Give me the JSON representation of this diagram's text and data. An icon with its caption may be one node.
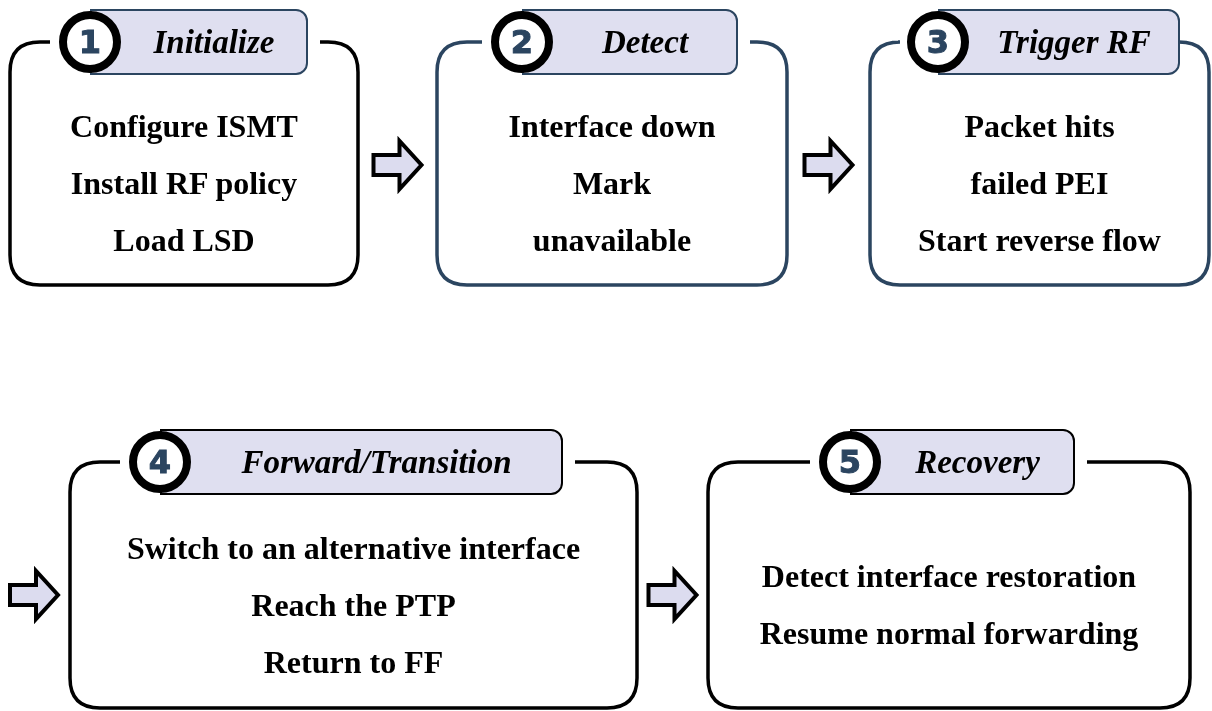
{
  "diagram": {
    "nodes": [
      {
        "text": [
          "1",
          "Initialize",
          "Configure ISMT",
          "Install RF policy",
          "Load LSD"
        ]
      },
      {
        "text": [
          "2",
          "Detect",
          "Interface down",
          "Mark",
          "unavailable"
        ]
      },
      {
        "text": [
          "3",
          "Trigger RF",
          "Packet hits",
          "failed PEI",
          "Start reverse flow"
        ]
      },
      {
        "text": [
          "4",
          "Forward/Transition",
          "Switch to an alternative interface",
          "Reach the PTP",
          "Return to FF"
        ]
      },
      {
        "text": [
          "5",
          "Recovery",
          "Detect interface restoration",
          "Resume normal forwarding"
        ]
      }
    ],
    "edges": [
      {
        "from": 0,
        "to": 1,
        "arrow": "to"
      },
      {
        "from": 1,
        "to": 2,
        "arrow": "to"
      },
      {
        "from": null,
        "to": 3,
        "arrow": "to"
      },
      {
        "from": 3,
        "to": 4,
        "arrow": "to"
      }
    ]
  }
}
